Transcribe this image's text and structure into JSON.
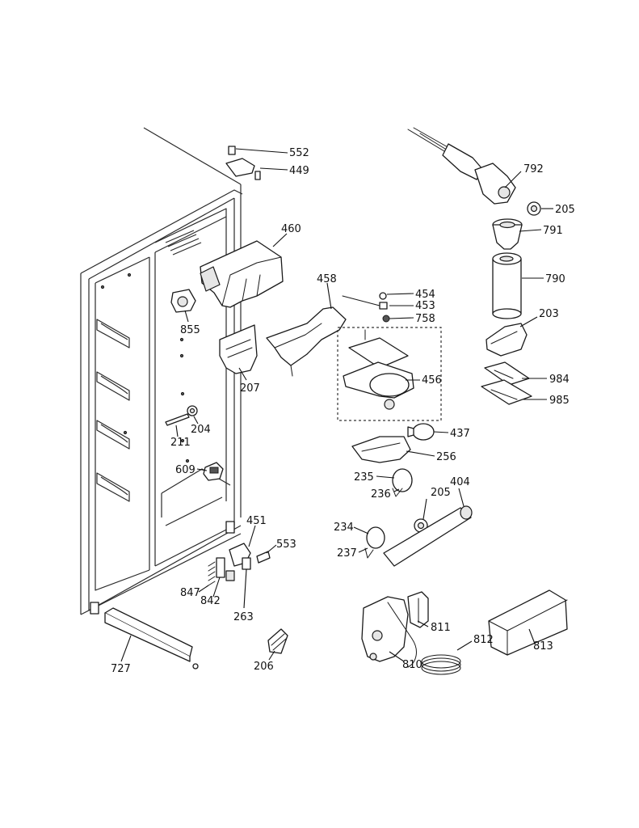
{
  "part_labels": {
    "p552": "552",
    "p449": "449",
    "p460": "460",
    "p855": "855",
    "p207": "207",
    "p458": "458",
    "p454": "454",
    "p453": "453",
    "p758": "758",
    "p456": "456",
    "p792": "792",
    "p205a": "205",
    "p791": "791",
    "p790": "790",
    "p203": "203",
    "p984": "984",
    "p985": "985",
    "p437": "437",
    "p256": "256",
    "p204": "204",
    "p211": "211",
    "p609": "609",
    "p235": "235",
    "p236": "236",
    "p205b": "205",
    "p404": "404",
    "p234": "234",
    "p237": "237",
    "p451": "451",
    "p553": "553",
    "p847": "847",
    "p842": "842",
    "p263": "263",
    "p727": "727",
    "p206": "206",
    "p811": "811",
    "p812": "812",
    "p813": "813",
    "p810": "810"
  }
}
